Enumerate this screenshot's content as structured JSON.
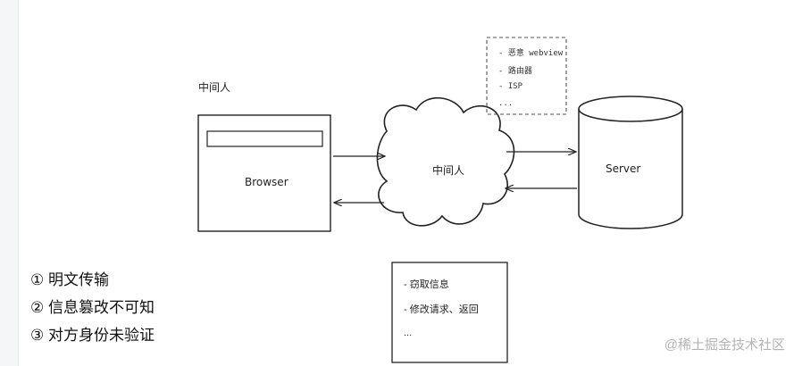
{
  "diagram": {
    "mitm_label": "中间人",
    "browser_label": "Browser",
    "cloud_label": "中间人",
    "server_label": "Server",
    "entities": [
      "- 恶意 webview",
      "- 路由器",
      "- ISP",
      "..."
    ],
    "actions": [
      "- 窃取信息",
      "- 修改请求、返回",
      "..."
    ]
  },
  "risks": [
    "① 明文传输",
    "② 信息篡改不可知",
    "③ 对方身份未验证"
  ],
  "watermark": "@稀土掘金技术社区"
}
